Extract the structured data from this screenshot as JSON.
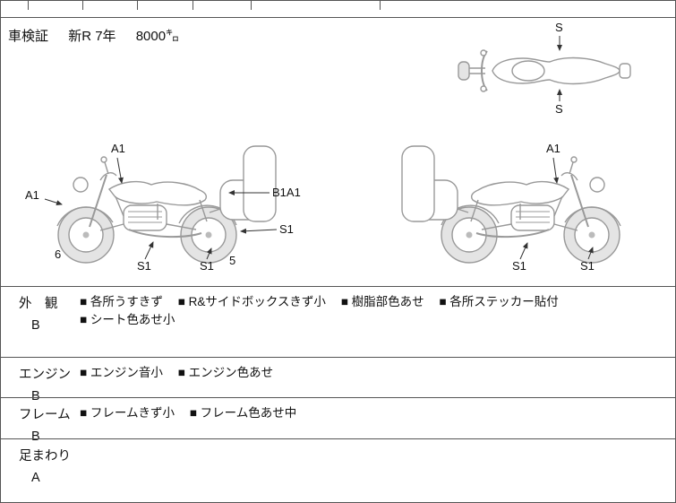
{
  "header": {
    "label": "車検証",
    "registration": "新R 7年",
    "mileage": "8000㌔"
  },
  "diagrams": {
    "top_view": {
      "s_top": "S",
      "s_bottom": "S"
    },
    "side_left": {
      "a1_tank": "A1",
      "a1_front": "A1",
      "b1a1_box": "B1A1",
      "s1_rear": "S1",
      "s1_wheel": "S1",
      "s1_under": "S1",
      "num_6": "6",
      "num_5": "5"
    },
    "side_right": {
      "a1_tank": "A1",
      "s1_left": "S1",
      "s1_right": "S1"
    }
  },
  "condition": {
    "rows": [
      {
        "category": "外　観",
        "grade": "B",
        "items": [
          "■ 各所うすきず",
          "■ R&サイドボックスきず小",
          "■ 樹脂部色あせ",
          "■ 各所ステッカー貼付",
          "■ シート色あせ小"
        ]
      },
      {
        "category": "エンジン",
        "grade": "B",
        "items": [
          "■ エンジン音小",
          "■ エンジン色あせ"
        ]
      },
      {
        "category": "フレーム",
        "grade": "B",
        "items": [
          "■ フレームきず小",
          "■ フレーム色あせ中"
        ]
      },
      {
        "category": "足まわり",
        "grade": "A",
        "items": []
      }
    ]
  }
}
